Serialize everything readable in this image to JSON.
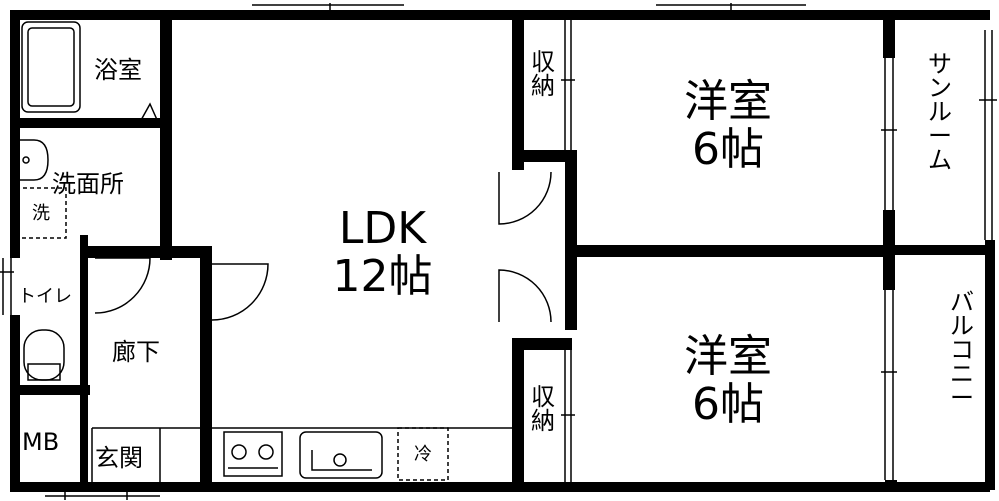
{
  "rooms": {
    "ldk": {
      "name": "LDK",
      "size": "12帖"
    },
    "bedroom_top": {
      "name": "洋室",
      "size": "6帖"
    },
    "bedroom_bottom": {
      "name": "洋室",
      "size": "6帖"
    },
    "bath": "浴室",
    "washroom": "洗面所",
    "washer": "洗",
    "toilet": "トイレ",
    "hallway": "廊下",
    "mb": "MB",
    "entrance": "玄関",
    "fridge": "冷",
    "storage_top": [
      "収",
      "納"
    ],
    "storage_bottom": [
      "収",
      "納"
    ],
    "sunroom": [
      "サ",
      "ン",
      "ル",
      "ー",
      "ム"
    ],
    "balcony": [
      "バ",
      "ル",
      "コ",
      "ニ",
      "ー"
    ]
  },
  "colors": {
    "wall": "#000000",
    "background": "#ffffff",
    "line": "#000000"
  }
}
